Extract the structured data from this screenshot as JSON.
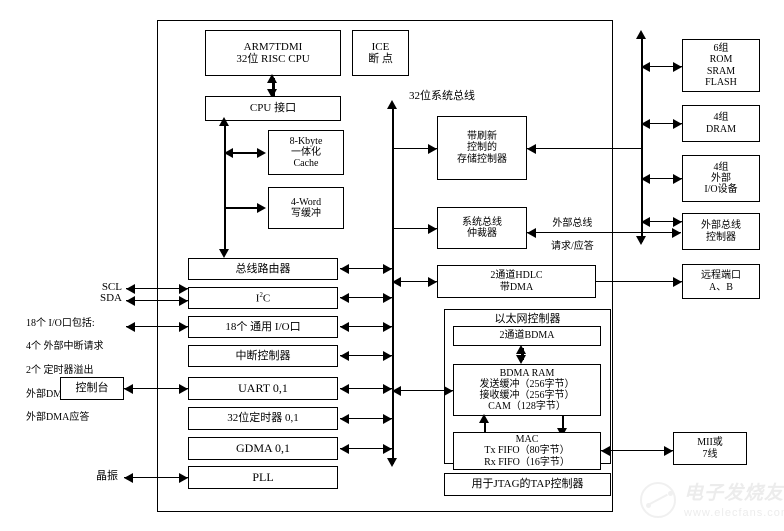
{
  "diagram": {
    "title_text_note": "",
    "chip_blocks": {
      "cpu": [
        "ARM7TDMI",
        "32位 RISC CPU"
      ],
      "ice": [
        "ICE",
        "断 点"
      ],
      "cpu_if": [
        "CPU 接口"
      ],
      "cache": [
        "8-Kbyte",
        "一体化",
        "Cache"
      ],
      "write_buffer": [
        "4-Word",
        "写缓冲"
      ],
      "bus_router": [
        "总线路由器"
      ],
      "i2c": [
        "I2C"
      ],
      "gpio": [
        "18个 通用 I/O口"
      ],
      "int_ctrl": [
        "中断控制器"
      ],
      "uart": [
        "UART 0,1"
      ],
      "timer": [
        "32位定时器 0,1"
      ],
      "gdma": [
        "GDMA 0,1"
      ],
      "pll": [
        "PLL"
      ],
      "mem_ctrl": [
        "带刷新",
        "控制的",
        "存储控制器"
      ],
      "bus_arbiter": [
        "系统总线",
        "仲裁器"
      ],
      "hdlc": [
        "2通道HDLC",
        "带DMA"
      ],
      "eth_title": "以太网控制器",
      "bdma": [
        "2通道BDMA"
      ],
      "bdma_ram": [
        "BDMA RAM",
        "发送缓冲（256字节）",
        "接收缓冲（256字节）",
        "CAM（128字节）"
      ],
      "mac": [
        "MAC",
        "Tx FIFO（80字节）",
        "Rx FIFO（16字节）"
      ],
      "jtag": [
        "用于JTAG的TAP控制器"
      ]
    },
    "external_blocks": {
      "rom": [
        "6组",
        "ROM",
        "SRAM",
        "FLASH"
      ],
      "dram": [
        "4组",
        "DRAM"
      ],
      "ext_io": [
        "4组",
        "外部",
        "I/O设备"
      ],
      "ext_bus_ctrl": [
        "外部总线",
        "控制器"
      ],
      "remote_port": [
        "远程端口",
        "A、B"
      ],
      "mii": [
        "MII或",
        "7线"
      ],
      "console": [
        "控制台"
      ]
    },
    "labels": {
      "sys_bus": "32位系统总线",
      "ext_bus_req": [
        "外部总线",
        "请求/应答"
      ],
      "scl": "SCL",
      "sda": "SDA",
      "gpio_note": [
        "18个 I/O口包括:",
        "4个 外部中断请求",
        "2个 定时器溢出",
        "外部DMA请求",
        "外部DMA应答"
      ],
      "crystal": "晶振"
    },
    "watermark": {
      "brand": "电子发烧友",
      "url": "www.elecfans.com"
    },
    "colors": {
      "line": "#000000",
      "background": "#ffffff",
      "watermark": "#d5d5d5"
    }
  }
}
